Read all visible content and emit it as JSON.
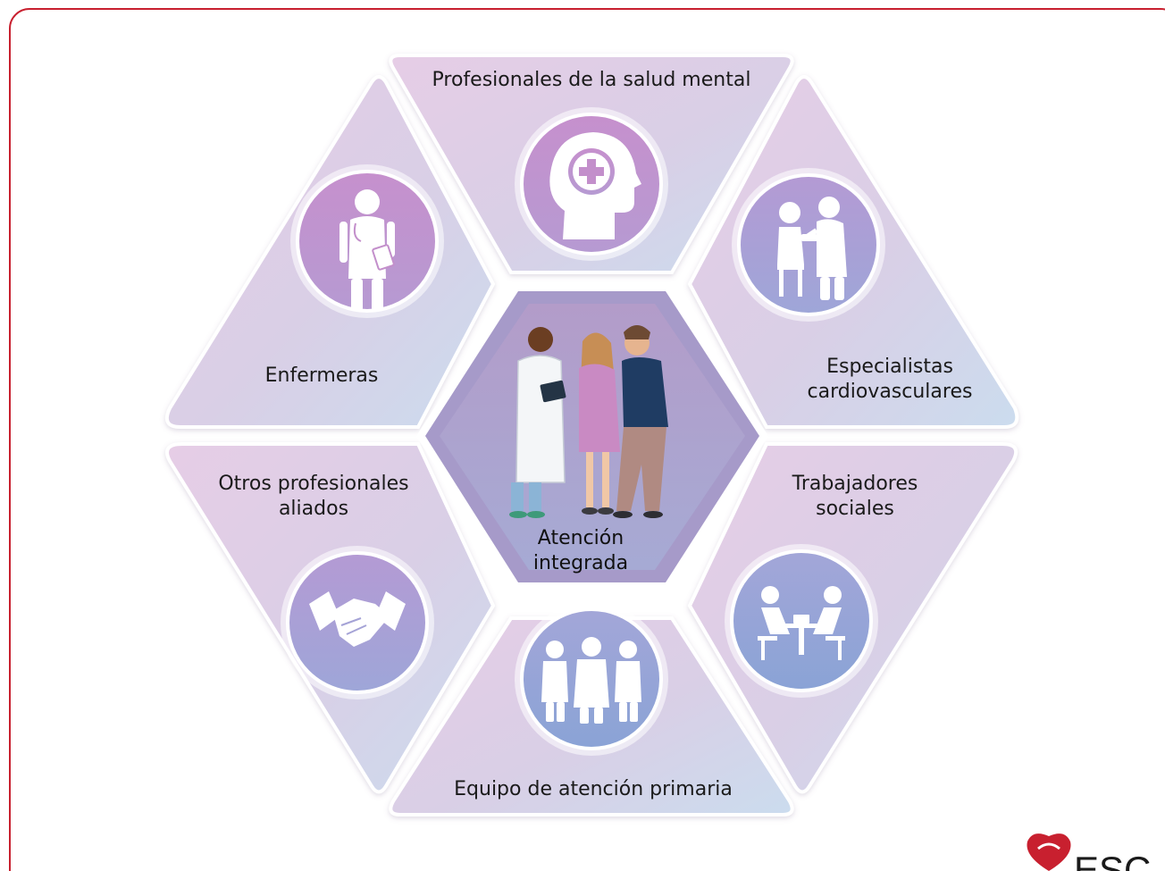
{
  "diagram": {
    "center": {
      "label_lines": [
        "Atención",
        "integrada"
      ]
    },
    "segments": [
      {
        "id": "top",
        "label_lines": [
          "Profesionales de la salud mental"
        ],
        "icon": "head-medical-cross-icon"
      },
      {
        "id": "upper-right",
        "label_lines": [
          "Especialistas",
          "cardiovasculares"
        ],
        "icon": "cardiologist-patient-icon"
      },
      {
        "id": "lower-right",
        "label_lines": [
          "Trabajadores",
          "sociales"
        ],
        "icon": "social-worker-meeting-icon"
      },
      {
        "id": "bottom",
        "label_lines": [
          "Equipo de atención primaria"
        ],
        "icon": "primary-care-team-icon"
      },
      {
        "id": "lower-left",
        "label_lines": [
          "Otros profesionales",
          "aliados"
        ],
        "icon": "handshake-icon"
      },
      {
        "id": "upper-left",
        "label_lines": [
          "Enfermeras"
        ],
        "icon": "nurse-icon"
      }
    ]
  },
  "logo": {
    "text": "ESC",
    "icon": "heart-logo-icon"
  },
  "colors": {
    "border": "#c8202f",
    "segment_top_fill": "#e2cfe4",
    "segment_bottom_fill": "#cdd7ec",
    "circle_top": "#c38fcb",
    "circle_bottom": "#8fa3d6",
    "center_fill": "#a896c8"
  }
}
